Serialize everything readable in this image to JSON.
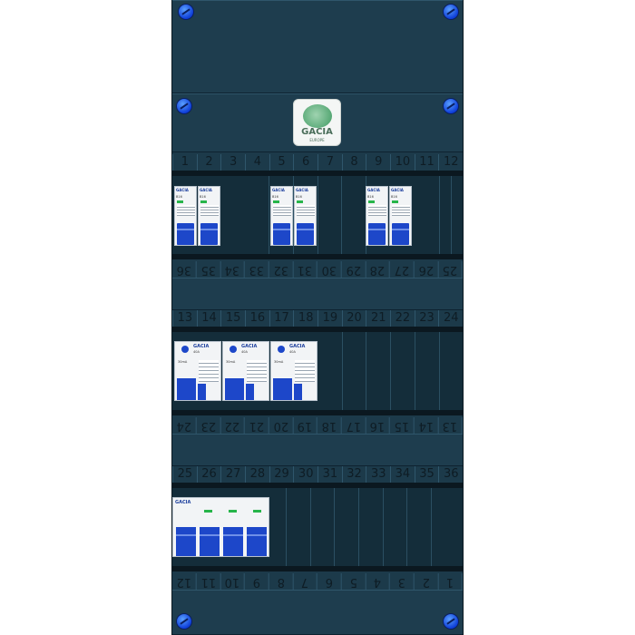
{
  "logo": {
    "brand": "GACIA",
    "tagline": "EUROPE"
  },
  "rows": [
    {
      "top_numbers": [
        "1",
        "2",
        "3",
        "4",
        "5",
        "6",
        "7",
        "8",
        "9",
        "10",
        "11",
        "12"
      ],
      "bottom_numbers": [
        "36",
        "35",
        "34",
        "33",
        "32",
        "31",
        "30",
        "29",
        "28",
        "27",
        "26",
        "25"
      ]
    },
    {
      "top_numbers": [
        "13",
        "14",
        "15",
        "16",
        "17",
        "18",
        "19",
        "20",
        "21",
        "22",
        "23",
        "24"
      ],
      "bottom_numbers": [
        "24",
        "23",
        "22",
        "21",
        "20",
        "19",
        "18",
        "17",
        "16",
        "15",
        "14",
        "13"
      ]
    },
    {
      "top_numbers": [
        "25",
        "26",
        "27",
        "28",
        "29",
        "30",
        "31",
        "32",
        "33",
        "34",
        "35",
        "36"
      ],
      "bottom_numbers": [
        "12",
        "11",
        "10",
        "9",
        "8",
        "7",
        "6",
        "5",
        "4",
        "3",
        "2",
        "1"
      ]
    }
  ],
  "mcb": {
    "brand": "GACIA",
    "model": "B16"
  },
  "rcd": {
    "brand": "GACIA",
    "rating": "40A",
    "sensitivity": "30mA"
  },
  "main_switch": {
    "brand": "GACIA"
  },
  "colors": {
    "cabinet": "#1c3a4a",
    "lever": "#1d47c9",
    "indicator": "#27b54a"
  }
}
